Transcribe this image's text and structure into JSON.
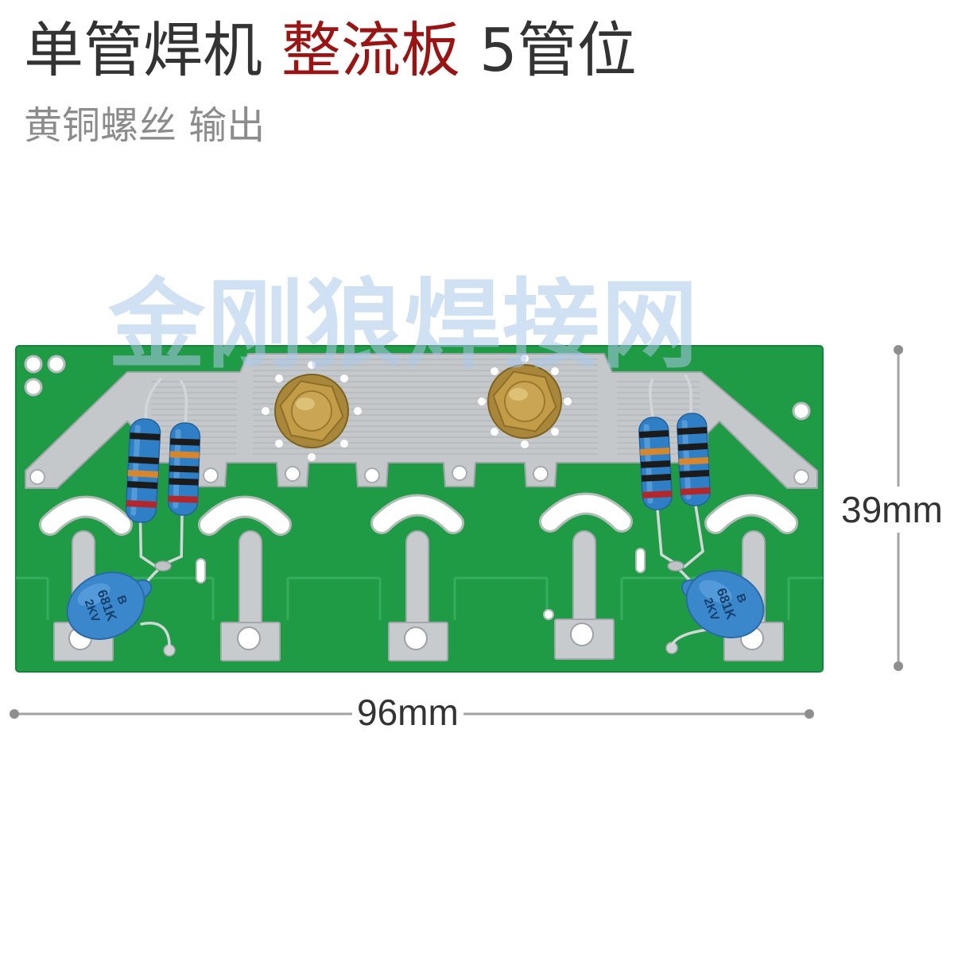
{
  "title": {
    "part1": "单管焊机",
    "part2": "整流板",
    "part3": "5管位"
  },
  "subtitle": "黄铜螺丝 输出",
  "watermark": "金刚狼焊接网",
  "capacitor_marking": {
    "grade": "B",
    "value": "681K",
    "voltage": "2KV"
  },
  "dimensions": {
    "height": "39mm",
    "width": "96mm"
  },
  "colors": {
    "title": "#333333",
    "title_accent": "#9b1414",
    "subtitle": "#8c8c8c",
    "pcb": "#1f9a45",
    "silver_trace": "#c5c8cb",
    "brass": "#c39c48",
    "resistor": "#2f7fc6",
    "capacitor": "#3a87cc",
    "watermark": "#a9c9ea"
  }
}
